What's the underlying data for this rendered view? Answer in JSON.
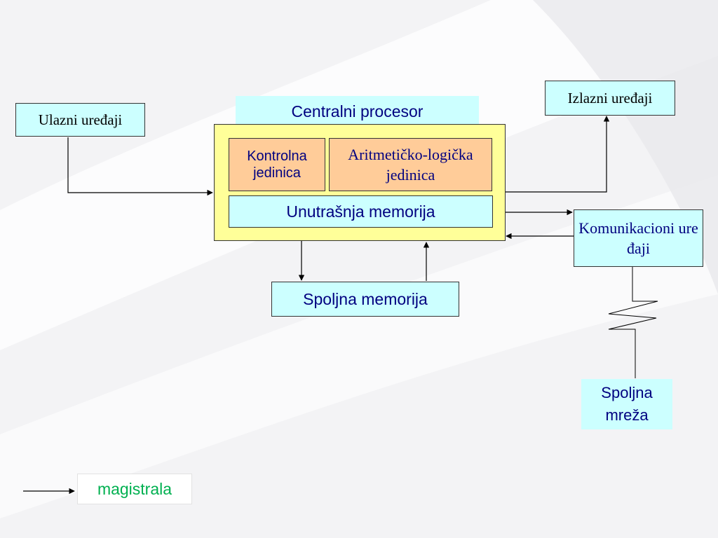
{
  "diagram": {
    "input_devices": "Ulazni uređaji",
    "output_devices": "Izlazni uređaji",
    "cpu_title": "Centralni procesor",
    "control_unit": "Kontrolna jedinica",
    "alu": "Aritmetičko-logička jedinica",
    "internal_memory": "Unutrašnja memorija",
    "external_memory": "Spoljna memorija",
    "communication_devices": "Komunikacioni uređaji",
    "external_network": "Spoljna mreža"
  },
  "legend": {
    "bus_label": "magistrala",
    "bus_label_color": "#00b050"
  },
  "colors": {
    "cyan_box": "#ccffff",
    "cpu_fill": "#ffff99",
    "inner_unit_fill": "#ffcc99",
    "navy_text": "#000080"
  }
}
